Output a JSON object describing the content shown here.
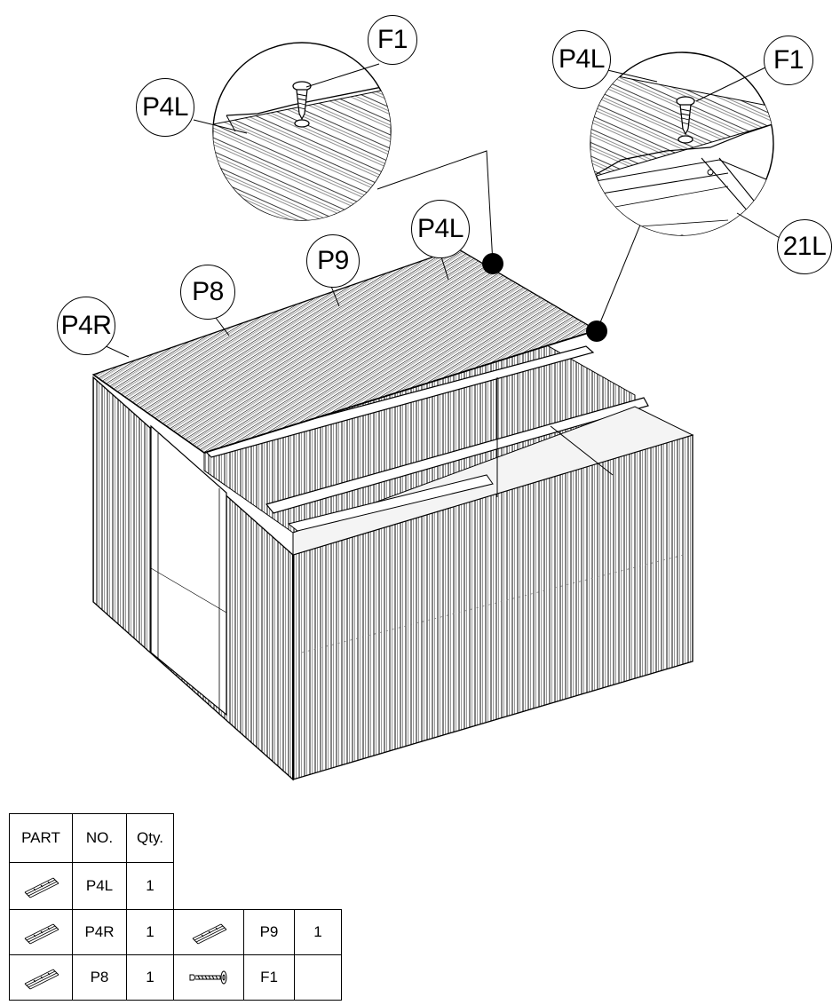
{
  "callouts": {
    "detail_left_f1": "F1",
    "detail_left_p4l": "P4L",
    "detail_right_p4l": "P4L",
    "detail_right_f1": "F1",
    "detail_right_21l": "21L",
    "main_p4l": "P4L",
    "main_p9": "P9",
    "main_p8": "P8",
    "main_p4r": "P4R"
  },
  "parts_table": {
    "headers": [
      "PART",
      "NO.",
      "Qty."
    ],
    "rows": [
      {
        "icon": "roof-panel-icon",
        "no": "P4L",
        "qty": "1"
      },
      {
        "icon": "roof-panel-icon",
        "no": "P4R",
        "qty": "1",
        "extra_icon": "roof-panel-icon",
        "extra_no": "P9",
        "extra_qty": "1"
      },
      {
        "icon": "roof-panel-icon",
        "no": "P8",
        "qty": "1",
        "extra_icon": "screw-icon",
        "extra_no": "F1",
        "extra_qty": ""
      }
    ]
  }
}
